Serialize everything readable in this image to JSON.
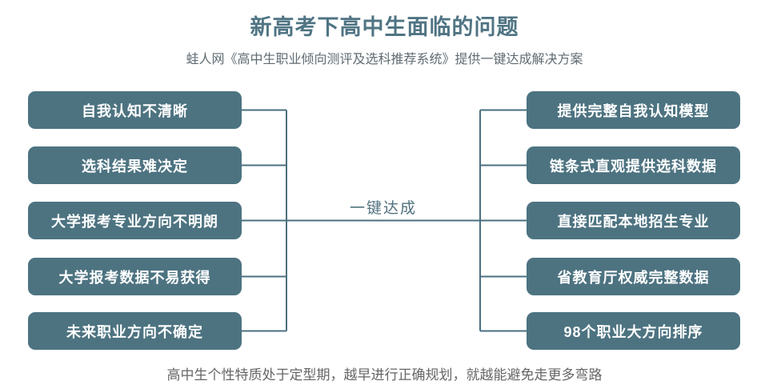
{
  "page": {
    "title": "新高考下高中生面临的问题",
    "subtitle": "蛙人网《高中生职业倾向测评及选科推荐系统》提供一键达成解决方案",
    "footer": "高中生个性特质处于定型期，越早进行正确规划，就越能避免走更多弯路"
  },
  "diagram": {
    "center_label": "一键达成",
    "left_items": [
      "自我认知不清晰",
      "选科结果难决定",
      "大学报考专业方向不明朗",
      "大学报考数据不易获得",
      "未来职业方向不确定"
    ],
    "right_items": [
      "提供完整自我认知模型",
      "链条式直观提供选科数据",
      "直接匹配本地招生专业",
      "省教育厅权威完整数据",
      "98个职业大方向排序"
    ],
    "colors": {
      "box_fill": "#4d7381",
      "line": "#4a7080",
      "title": "#4f7483",
      "subtitle": "#5f6b72",
      "footer": "#666666",
      "box_text": "#ffffff"
    }
  }
}
